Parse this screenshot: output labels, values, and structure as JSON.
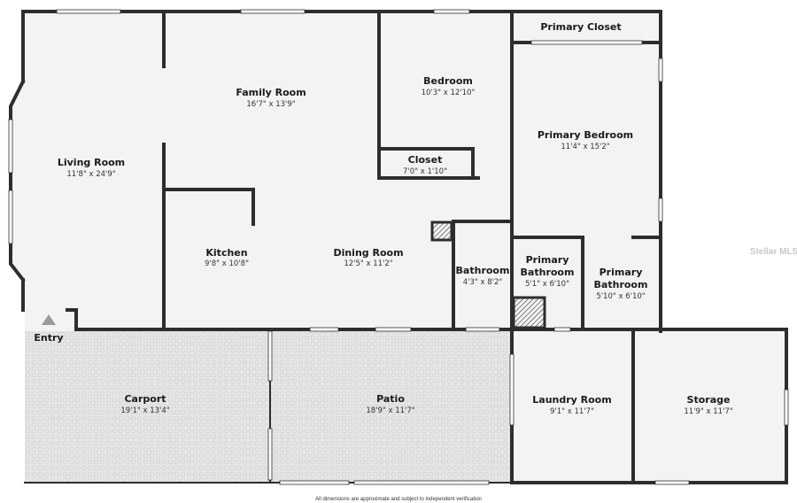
{
  "rooms": {
    "living_room": {
      "name": "Living Room",
      "dims": "11'8\" x 24'9\""
    },
    "family_room": {
      "name": "Family Room",
      "dims": "16'7\" x 13'9\""
    },
    "bedroom": {
      "name": "Bedroom",
      "dims": "10'3\" x 12'10\""
    },
    "closet": {
      "name": "Closet",
      "dims": "7'0\" x 1'10\""
    },
    "primary_closet": {
      "name": "Primary Closet"
    },
    "primary_bedroom": {
      "name": "Primary Bedroom",
      "dims": "11'4\" x 15'2\""
    },
    "kitchen": {
      "name": "Kitchen",
      "dims": "9'8\" x 10'8\""
    },
    "dining_room": {
      "name": "Dining Room",
      "dims": "12'5\" x 11'2\""
    },
    "bathroom": {
      "name": "Bathroom",
      "dims": "4'3\" x 8'2\""
    },
    "primary_bathroom_1": {
      "name_line1": "Primary",
      "name_line2": "Bathroom",
      "dims": "5'1\" x 6'10\""
    },
    "primary_bathroom_2": {
      "name_line1": "Primary",
      "name_line2": "Bathroom",
      "dims": "5'10\" x 6'10\""
    },
    "entry": {
      "name": "Entry"
    },
    "carport": {
      "name": "Carport",
      "dims": "19'1\" x 13'4\""
    },
    "patio": {
      "name": "Patio",
      "dims": "18'9\" x 11'7\""
    },
    "laundry_room": {
      "name": "Laundry Room",
      "dims": "9'1\" x 11'7\""
    },
    "storage": {
      "name": "Storage",
      "dims": "11'9\" x 11'7\""
    }
  },
  "footer": {
    "disclaimer": "All dimensions are approximate and subject to independent verification"
  },
  "watermark": "Stellar MLS",
  "colors": {
    "wall": "#2d2d2d",
    "floor": "#f3f3f3",
    "paving": "#e4e4e4",
    "window": "#ffffff"
  }
}
